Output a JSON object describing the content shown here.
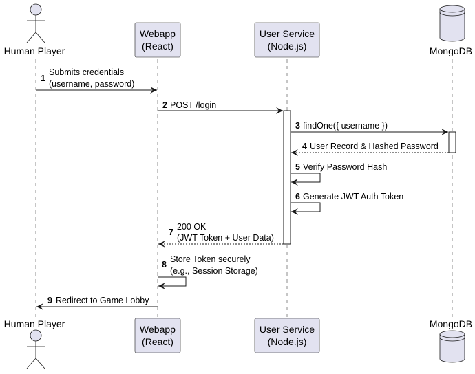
{
  "participants": {
    "human": {
      "label": "Human Player",
      "kind": "actor"
    },
    "webapp": {
      "line1": "Webapp",
      "line2": "(React)",
      "kind": "participant"
    },
    "userservice": {
      "line1": "User Service",
      "line2": "(Node.js)",
      "kind": "participant"
    },
    "mongodb": {
      "label": "MongoDB",
      "kind": "database"
    }
  },
  "messages": [
    {
      "num": "1",
      "line1": "Submits credentials",
      "line2": "(username, password)",
      "from": "human",
      "to": "webapp",
      "style": "solid"
    },
    {
      "num": "2",
      "line1": "POST /login",
      "from": "webapp",
      "to": "userservice",
      "style": "solid"
    },
    {
      "num": "3",
      "line1": "findOne({ username })",
      "from": "userservice",
      "to": "mongodb",
      "style": "solid"
    },
    {
      "num": "4",
      "line1": "User Record & Hashed Password",
      "from": "mongodb",
      "to": "userservice",
      "style": "dashed"
    },
    {
      "num": "5",
      "line1": "Verify Password Hash",
      "from": "userservice",
      "to": "userservice",
      "style": "self"
    },
    {
      "num": "6",
      "line1": "Generate JWT Auth Token",
      "from": "userservice",
      "to": "userservice",
      "style": "self"
    },
    {
      "num": "7",
      "line1": "200 OK",
      "line2": "(JWT Token + User Data)",
      "from": "userservice",
      "to": "webapp",
      "style": "dashed"
    },
    {
      "num": "8",
      "line1": "Store Token securely",
      "line2": "(e.g., Session Storage)",
      "from": "webapp",
      "to": "webapp",
      "style": "self"
    },
    {
      "num": "9",
      "line1": "Redirect to Game Lobby",
      "from": "webapp",
      "to": "human",
      "style": "solid"
    }
  ],
  "colors": {
    "participant_fill": "#E2E2F0",
    "line": "#181818",
    "background": "#FFFFFF"
  }
}
